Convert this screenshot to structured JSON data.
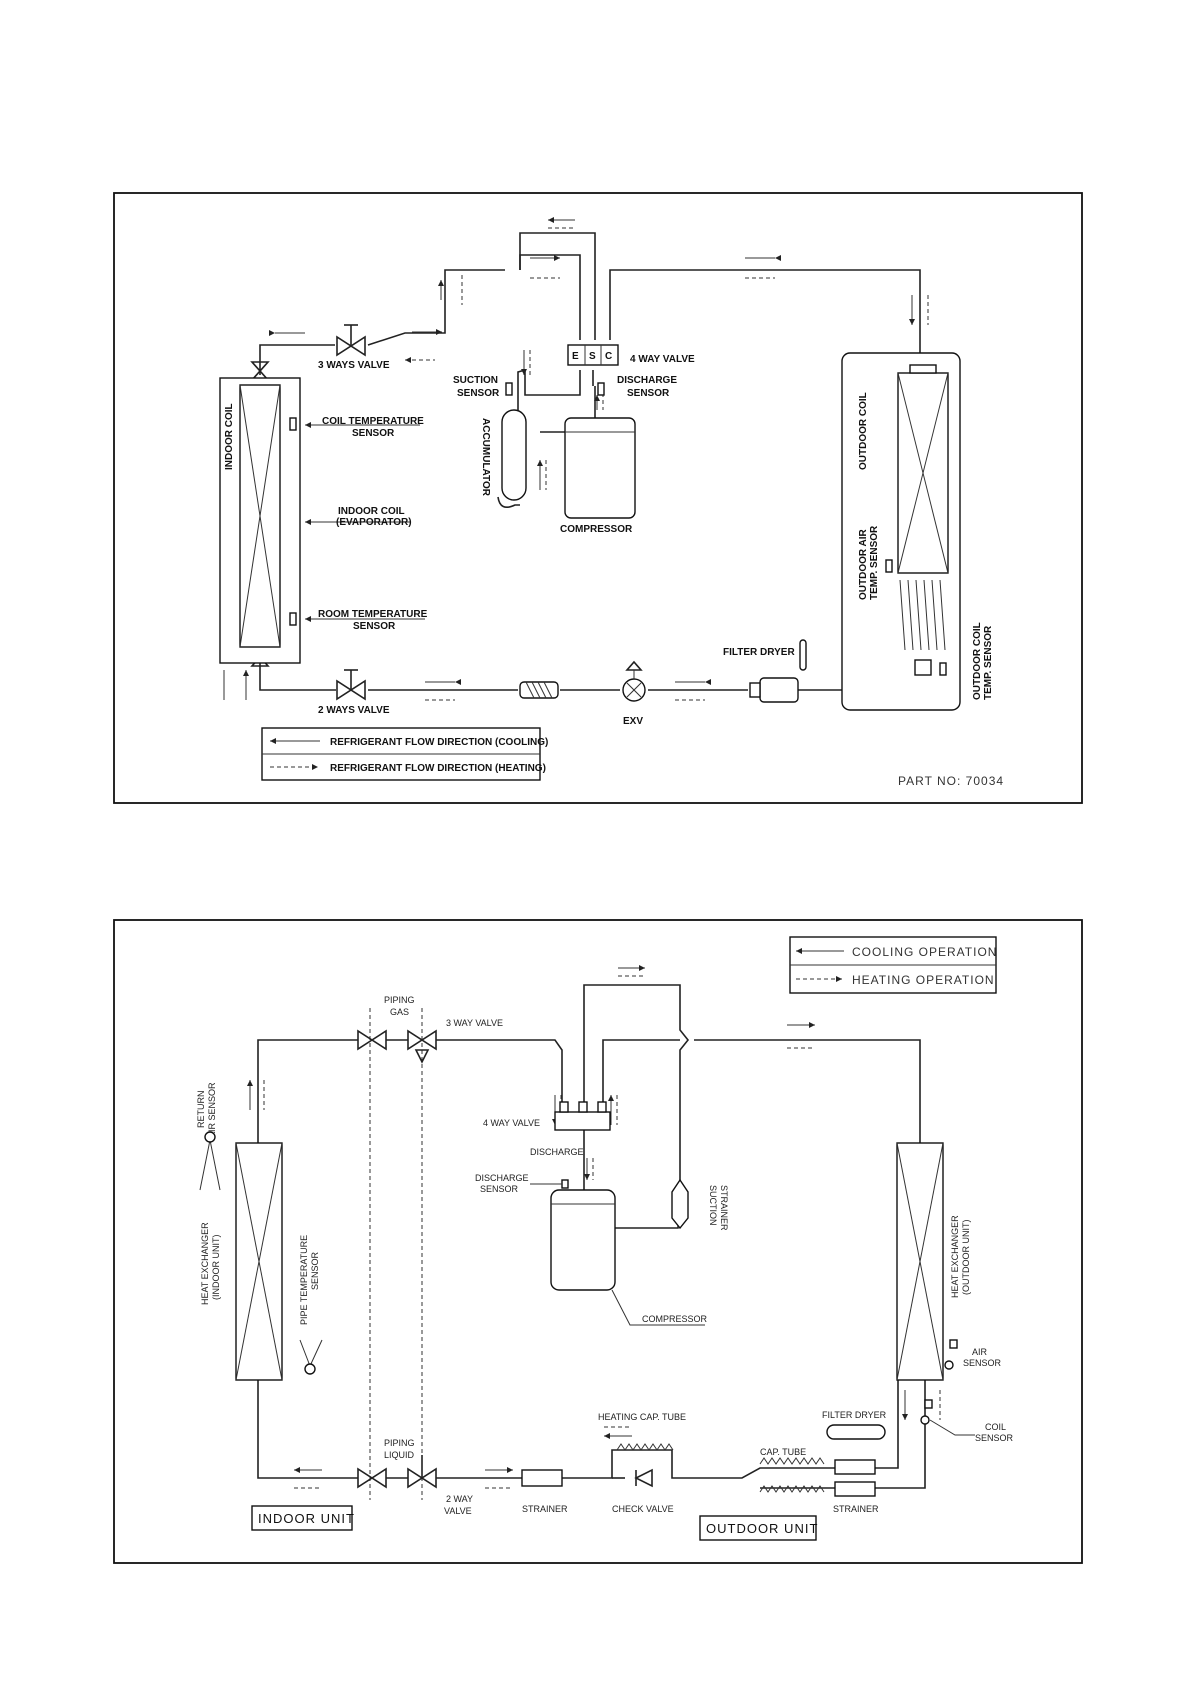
{
  "diagram1": {
    "labels": {
      "three_ways_valve": "3 WAYS VALVE",
      "two_ways_valve": "2 WAYS VALVE",
      "four_way_valve": "4 WAY VALVE",
      "e": "E",
      "s": "S",
      "c": "C",
      "suction_sensor_1": "SUCTION",
      "suction_sensor_2": "SENSOR",
      "discharge_sensor_1": "DISCHARGE",
      "discharge_sensor_2": "SENSOR",
      "accumulator": "ACCUMULATOR",
      "compressor": "COMPRESSOR",
      "indoor_coil": "INDOOR COIL",
      "coil_temp_1": "COIL TEMPERATURE",
      "coil_temp_2": "SENSOR",
      "indoor_coil_evap_1": "INDOOR COIL",
      "indoor_coil_evap_2": "(EVAPORATOR)",
      "room_temp_1": "ROOM TEMPERATURE",
      "room_temp_2": "SENSOR",
      "outdoor_coil": "OUTDOOR COIL",
      "outdoor_air_1": "OUTDOOR AIR",
      "outdoor_air_2": "TEMP. SENSOR",
      "outdoor_coil_temp_1": "OUTDOOR COIL",
      "outdoor_coil_temp_2": "TEMP. SENSOR",
      "filter_dryer": "FILTER DRYER",
      "exv": "EXV",
      "legend_cooling": "REFRIGERANT FLOW DIRECTION (COOLING)",
      "legend_heating": "REFRIGERANT FLOW DIRECTION (HEATING)",
      "part_no": "PART  NO: 70034"
    }
  },
  "diagram2": {
    "labels": {
      "legend_cooling": "COOLING  OPERATION",
      "legend_heating": "HEATING  OPERATION",
      "piping_gas_1": "PIPING",
      "piping_gas_2": "GAS",
      "three_way_valve": "3  WAY  VALVE",
      "piping_liquid_1": "PIPING",
      "piping_liquid_2": "LIQUID",
      "two_way_valve_1": "2  WAY",
      "two_way_valve_2": "VALVE",
      "return_air_1": "RETURN",
      "return_air_2": "AIR SENSOR",
      "hx_indoor_1": "HEAT EXCHANGER",
      "hx_indoor_2": "(INDOOR UNIT)",
      "pipe_temp_1": "PIPE  TEMPERATURE",
      "pipe_temp_2": "SENSOR",
      "four_way_valve": "4  WAY  VALVE",
      "discharge": "DISCHARGE",
      "discharge_sensor_1": "DISCHARGE",
      "discharge_sensor_2": "SENSOR",
      "suction_strainer_1": "SUCTION",
      "suction_strainer_2": "STRAINER",
      "compressor": "COMPRESSOR",
      "hx_outdoor_1": "HEAT EXCHANGER",
      "hx_outdoor_2": "(OUTDOOR UNIT)",
      "air_sensor_1": "AIR",
      "air_sensor_2": "SENSOR",
      "filter_dryer": "FILTER  DRYER",
      "coil_sensor_1": "COIL",
      "coil_sensor_2": "SENSOR",
      "heating_cap_tube": "HEATING  CAP.  TUBE",
      "cap_tube": "CAP.  TUBE",
      "strainer_left": "STRAINER",
      "check_valve": "CHECK  VALVE",
      "strainer_right": "STRAINER",
      "indoor_unit": "INDOOR  UNIT",
      "outdoor_unit": "OUTDOOR  UNIT"
    }
  }
}
